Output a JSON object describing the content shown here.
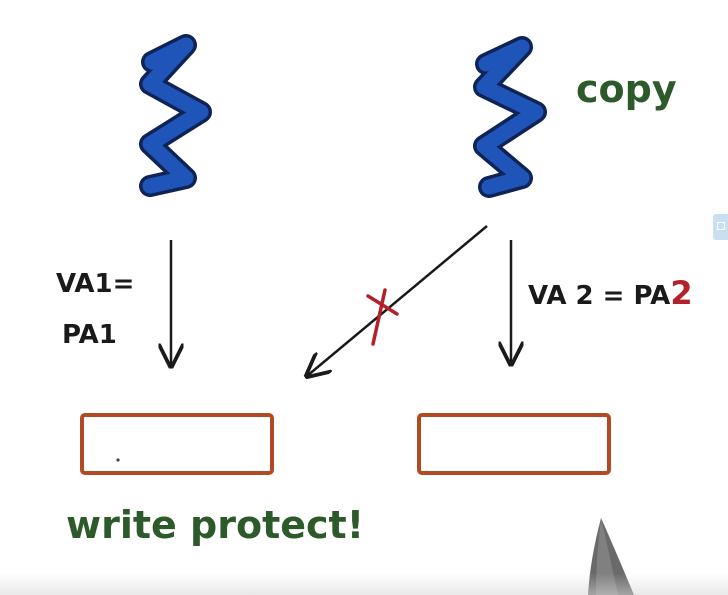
{
  "labels": {
    "copy": "copy",
    "va1_line1": "VA1=",
    "va1_line2": "PA1",
    "va2_prefix": "VA 2 = PA",
    "va2_suffix": "2",
    "write_protect": "write protect!"
  },
  "colors": {
    "thread_fill": "#1f54b8",
    "thread_outline": "#0f2454",
    "arrow": "#1a1a1a",
    "annotation_green": "#2c5a2a",
    "cross_red": "#b3202a",
    "box_border": "#b24a23"
  }
}
